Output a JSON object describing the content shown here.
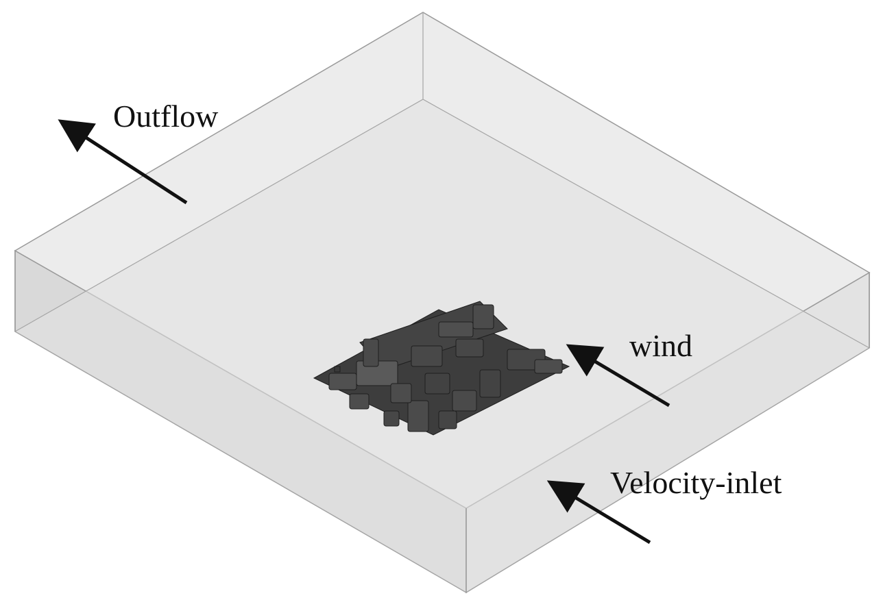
{
  "labels": {
    "outflow": "Outflow",
    "wind": "wind",
    "inlet": "Velocity-inlet"
  },
  "colors": {
    "box_face": "#e6e6e6",
    "box_face_dark": "#d9d9d9",
    "box_top": "#ececec",
    "box_edge": "#9a9a9a",
    "buildings": "#3a3a3a",
    "buildings_top": "#555555",
    "arrow": "#111111"
  },
  "icons": {
    "outflow_arrow": "arrow-up-left",
    "wind_arrow": "arrow-up-left",
    "inlet_arrow": "arrow-up-left"
  }
}
